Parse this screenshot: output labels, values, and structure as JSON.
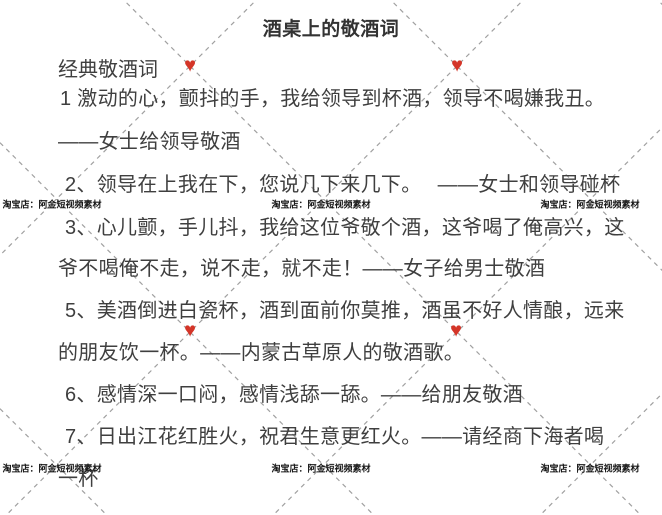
{
  "page": {
    "title": "酒桌上的敬酒词",
    "section_heading": "经典敬酒词",
    "lines": [
      {
        "text": "1 激动的心，颤抖的手，我给领导到杯酒，领导不喝嫌我丑。"
      },
      {
        "text": "——女士给领导敬酒"
      },
      {
        "text": "2、领导在上我在下，您说几下来几下。　 ——女士和领导碰杯"
      },
      {
        "text": "3、心儿颤，手儿抖，我给这位爷敬个酒，这爷喝了俺高兴，这"
      },
      {
        "text": "爷不喝俺不走，说不走，就不走！——女子给男士敬酒"
      },
      {
        "text": "5、美酒倒进白瓷杯，酒到面前你莫推，酒虽不好人情酿，远来"
      },
      {
        "text": "的朋友饮一杯。——内蒙古草原人的敬酒歌。"
      },
      {
        "text": "6、感情深一口闷，感情浅舔一舔。——给朋友敬酒"
      },
      {
        "text": "7、日出江花红胜火，祝君生意更红火。——请经商下海者喝"
      },
      {
        "text": "一杯"
      }
    ]
  },
  "watermark": {
    "text": "淘宝店：阿金短视频素材",
    "heart_icon": "♥"
  },
  "colors": {
    "body_text": "#3f3f3f",
    "title_text": "#333333",
    "watermark_text": "#161616",
    "lattice_line": "#a0a0a0",
    "heart_red": "#d43528"
  }
}
